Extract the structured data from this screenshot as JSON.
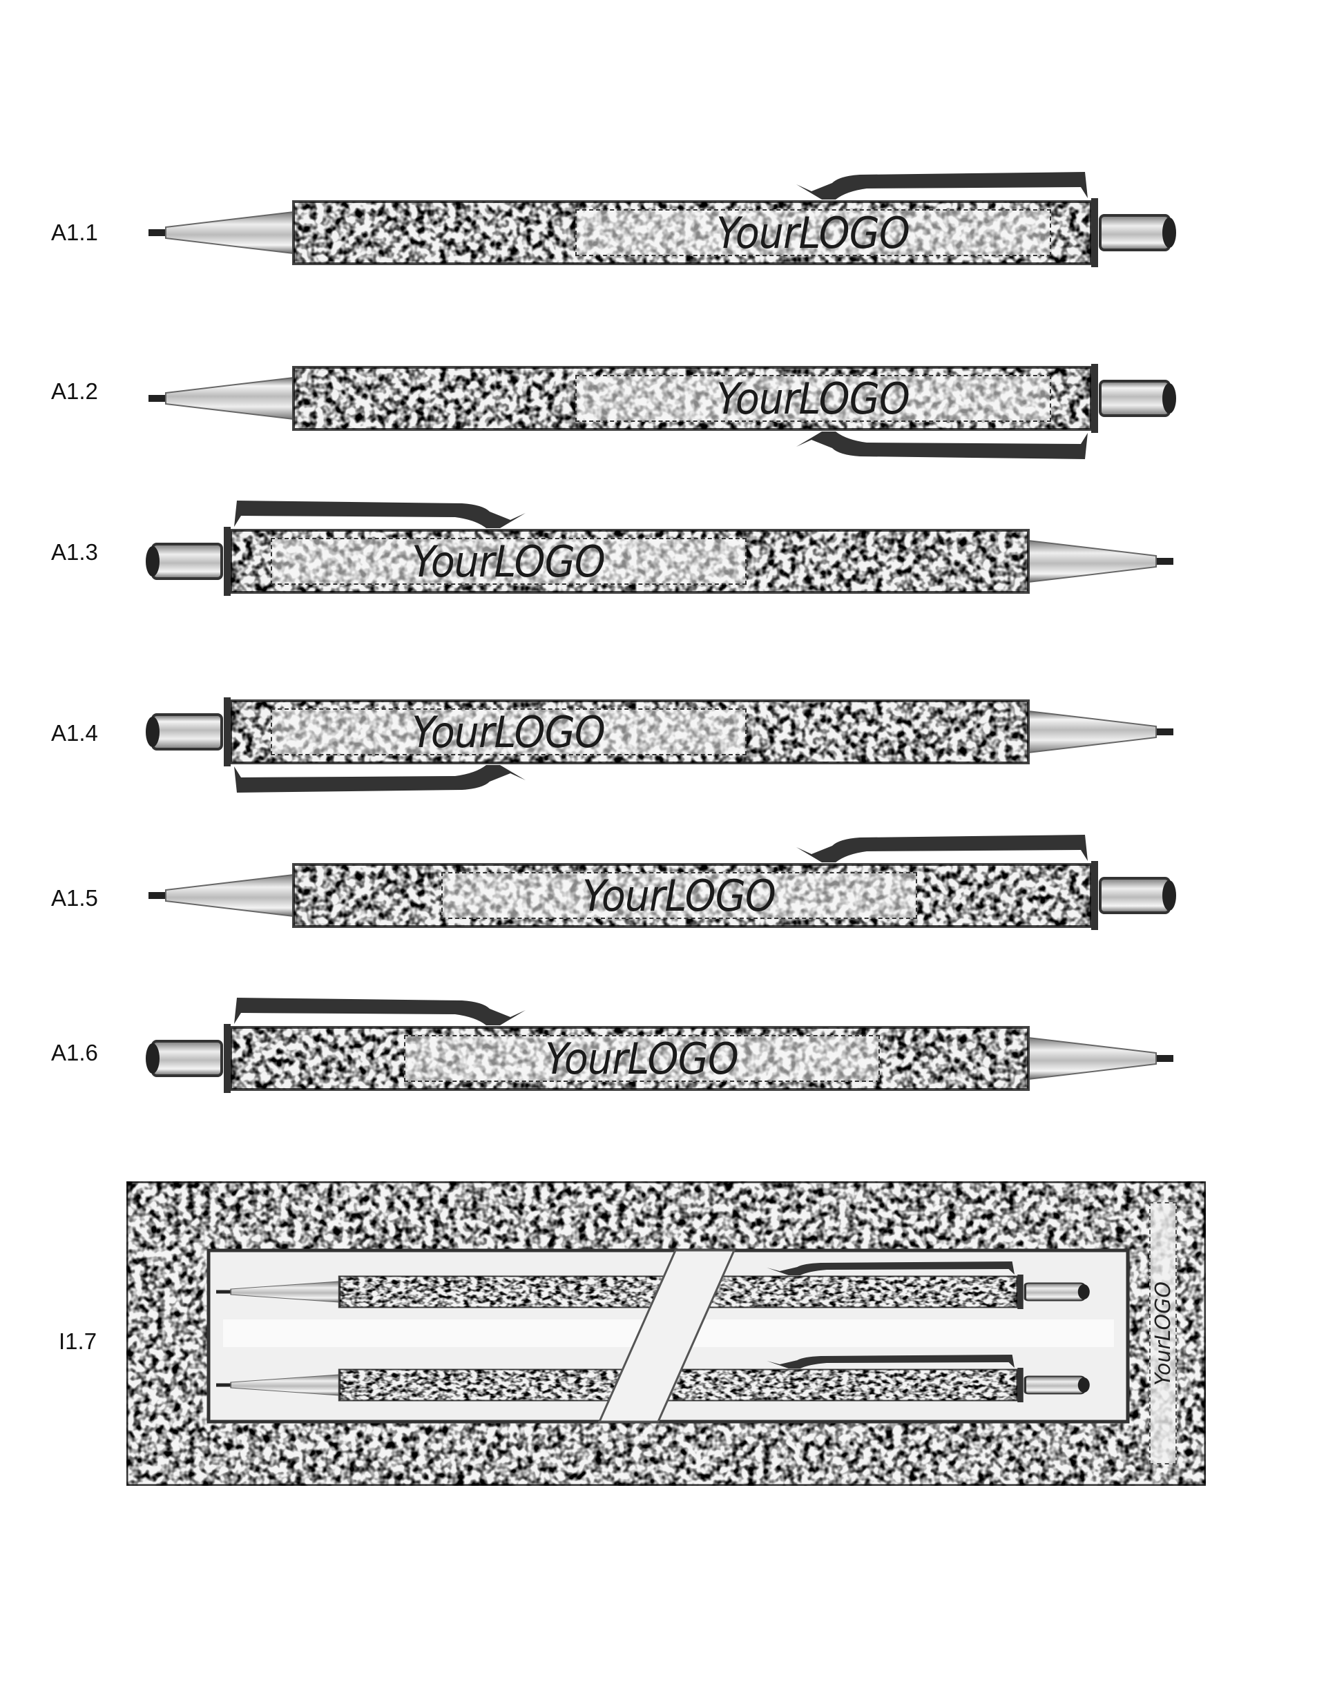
{
  "pens": [
    {
      "label": "A1.1",
      "logo": "YourLOGO"
    },
    {
      "label": "A1.2",
      "logo": "YourLOGO"
    },
    {
      "label": "A1.3",
      "logo": "YourLOGO"
    },
    {
      "label": "A1.4",
      "logo": "YourLOGO"
    },
    {
      "label": "A1.5",
      "logo": "YourLOGO"
    },
    {
      "label": "A1.6",
      "logo": "YourLOGO"
    }
  ],
  "gift_box": {
    "label": "I1.7",
    "logo": "YourLOGO"
  }
}
